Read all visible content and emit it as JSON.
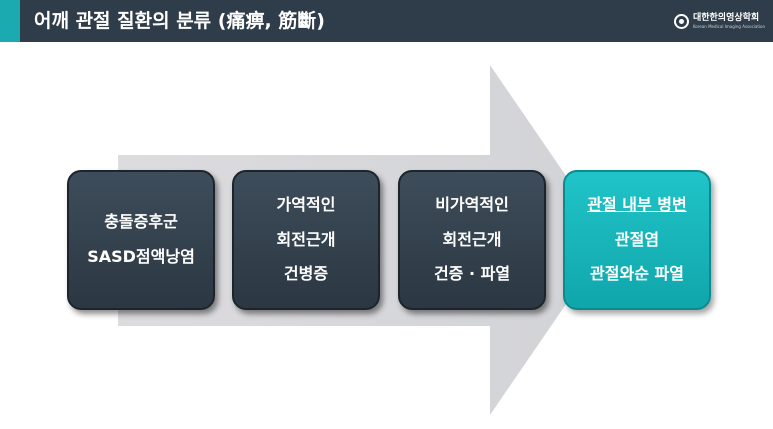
{
  "header": {
    "title": "어깨 관절 질환의 분류 (痛痹, 筋斷)",
    "logo_text": "대한한의영상학회",
    "logo_subtext": "Korean Medical Imaging Association"
  },
  "boxes": [
    {
      "lines": [
        "충돌증후군",
        "SASD점액낭염"
      ]
    },
    {
      "lines": [
        "가역적인",
        "회전근개",
        "건병증"
      ]
    },
    {
      "lines": [
        "비가역적인",
        "회전근개",
        "건증 · 파열"
      ]
    },
    {
      "lines": [
        "관절 내부 병변",
        "관절염",
        "관절와순 파열"
      ]
    }
  ],
  "colors": {
    "header_bg": "#2f3d4a",
    "accent": "#1aaab0",
    "box_dark": "#34424f",
    "box_highlight": "#18b8bd",
    "arrow": "#d9dadc"
  }
}
